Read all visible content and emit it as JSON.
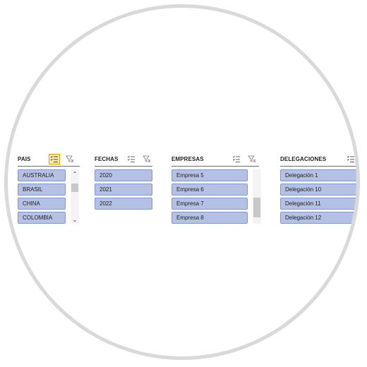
{
  "slicers": [
    {
      "title": "PAIS",
      "multiselect_icon": "multi-select-icon",
      "clear_filter_icon": "clear-filter-icon",
      "multiselect_active": true,
      "items": [
        "AUSTRALIA",
        "BRASIL",
        "CHINA",
        "COLOMBIA"
      ],
      "scroll": {
        "up": "^",
        "down": "v"
      }
    },
    {
      "title": "FECHAS",
      "multiselect_icon": "multi-select-icon",
      "clear_filter_icon": "clear-filter-icon",
      "multiselect_active": false,
      "items": [
        "2020",
        "2021",
        "2022"
      ]
    },
    {
      "title": "EMPRESAS",
      "multiselect_icon": "multi-select-icon",
      "clear_filter_icon": "clear-filter-icon",
      "multiselect_active": false,
      "items": [
        "Empresa 5",
        "Empresa 6",
        "Empresa 7",
        "Empresa 8"
      ]
    },
    {
      "title": "DELEGACIONES",
      "multiselect_icon": "multi-select-icon",
      "clear_filter_icon": "clear-filter-icon",
      "multiselect_active": false,
      "items": [
        "Delegación 1",
        "Delegación 10",
        "Delegación 11",
        "Delegación 12"
      ]
    }
  ],
  "colors": {
    "item_fill": "#b4c0e4",
    "item_border": "#8497c9",
    "header_rule": "#4a6fa5",
    "active_button": "#fde9a8",
    "ring": "#d9d9d9"
  }
}
